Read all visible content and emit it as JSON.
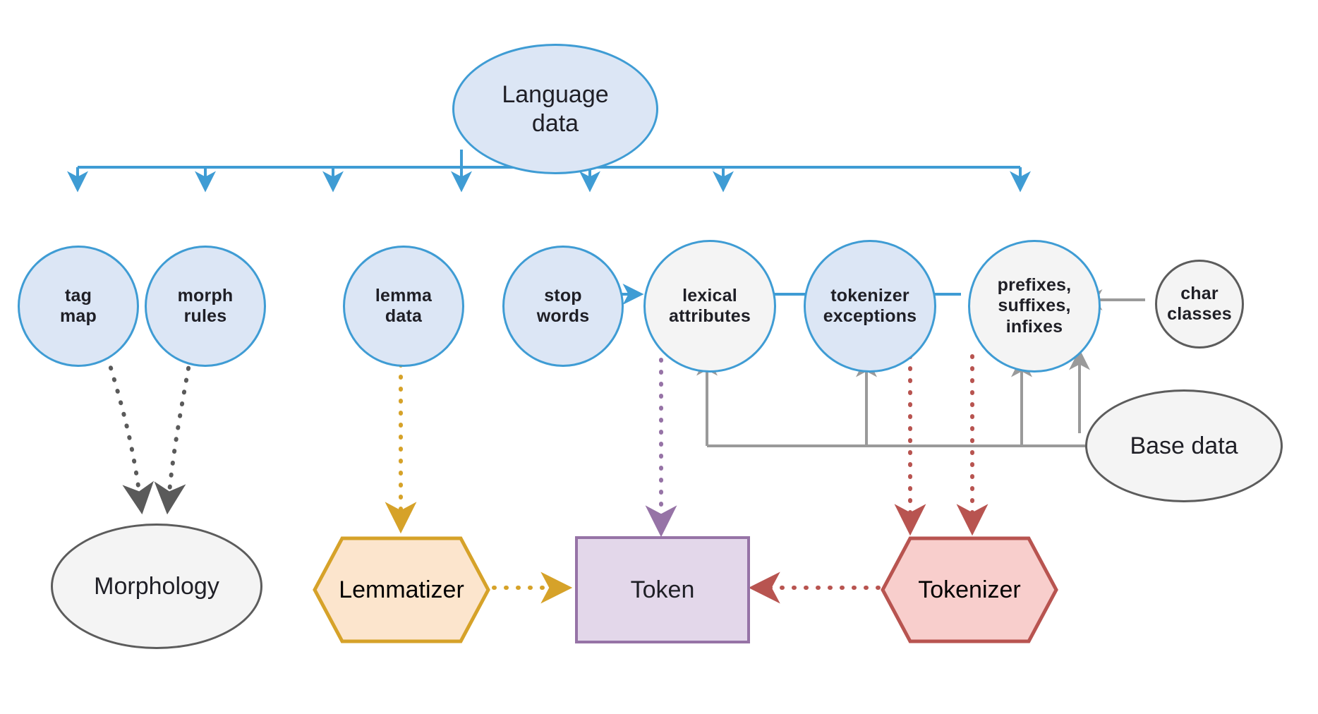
{
  "diagram": {
    "title": "spaCy language data and processing pipeline architecture",
    "type": "flowchart",
    "colors": {
      "blue_stroke": "#3f9cd4",
      "blue_fill": "#dce6f5",
      "gray_stroke": "#5c5c5c",
      "gray_fill": "#f4f4f4",
      "dark_dotted": "#5a5a5a",
      "gold_stroke": "#d6a229",
      "gold_fill": "#fce5cd",
      "purple_stroke": "#9673a6",
      "purple_fill": "#e3d7ea",
      "red_stroke": "#b85450",
      "red_fill": "#f8cecc"
    },
    "nodes": {
      "language_data": {
        "label": "Language\ndata",
        "line1": "Language",
        "line2": "data",
        "shape": "ellipse",
        "style": "blue"
      },
      "tag_map": {
        "line1": "tag",
        "line2": "map",
        "shape": "circle",
        "style": "blue"
      },
      "morph_rules": {
        "line1": "morph",
        "line2": "rules",
        "shape": "circle",
        "style": "blue"
      },
      "lemma_data": {
        "line1": "lemma",
        "line2": "data",
        "shape": "circle",
        "style": "blue"
      },
      "stop_words": {
        "line1": "stop",
        "line2": "words",
        "shape": "circle",
        "style": "blue"
      },
      "lexical_attributes": {
        "line1": "lexical",
        "line2": "attributes",
        "shape": "circle",
        "style": "gray-blue-border"
      },
      "tokenizer_exceptions": {
        "line1": "tokenizer",
        "line2": "exceptions",
        "shape": "circle",
        "style": "blue"
      },
      "affixes": {
        "line1": "prefixes,",
        "line2": "suffixes,",
        "line3": "infixes",
        "shape": "circle",
        "style": "gray-blue-border"
      },
      "char_classes": {
        "line1": "char",
        "line2": "classes",
        "shape": "circle",
        "style": "gray"
      },
      "base_data": {
        "label": "Base data",
        "shape": "ellipse",
        "style": "gray"
      },
      "morphology": {
        "label": "Morphology",
        "shape": "ellipse",
        "style": "gray"
      },
      "lemmatizer": {
        "label": "Lemmatizer",
        "shape": "hexagon",
        "style": "gold"
      },
      "token": {
        "label": "Token",
        "shape": "rectangle",
        "style": "purple"
      },
      "tokenizer": {
        "label": "Tokenizer",
        "shape": "hexagon",
        "style": "red"
      }
    },
    "edges": [
      {
        "from": "language_data",
        "to": "tag_map",
        "style": "solid",
        "color": "blue"
      },
      {
        "from": "language_data",
        "to": "morph_rules",
        "style": "solid",
        "color": "blue"
      },
      {
        "from": "language_data",
        "to": "lemma_data",
        "style": "solid",
        "color": "blue"
      },
      {
        "from": "language_data",
        "to": "stop_words",
        "style": "solid",
        "color": "blue"
      },
      {
        "from": "language_data",
        "to": "lexical_attributes",
        "style": "solid",
        "color": "blue"
      },
      {
        "from": "language_data",
        "to": "tokenizer_exceptions",
        "style": "solid",
        "color": "blue"
      },
      {
        "from": "language_data",
        "to": "affixes",
        "style": "solid",
        "color": "blue"
      },
      {
        "from": "stop_words",
        "to": "lexical_attributes",
        "style": "solid",
        "color": "blue"
      },
      {
        "from": "tokenizer_exceptions",
        "to": "lexical_attributes",
        "style": "solid",
        "color": "blue"
      },
      {
        "from": "affixes",
        "to": "tokenizer_exceptions",
        "style": "solid",
        "color": "blue"
      },
      {
        "from": "char_classes",
        "to": "affixes",
        "style": "solid",
        "color": "gray"
      },
      {
        "from": "base_data",
        "to": "char_classes",
        "style": "solid",
        "color": "gray"
      },
      {
        "from": "base_data",
        "to": "affixes",
        "style": "solid",
        "color": "gray"
      },
      {
        "from": "base_data",
        "to": "tokenizer_exceptions",
        "style": "solid",
        "color": "gray"
      },
      {
        "from": "base_data",
        "to": "lexical_attributes",
        "style": "solid",
        "color": "gray"
      },
      {
        "from": "tag_map",
        "to": "morphology",
        "style": "dotted",
        "color": "dark-gray"
      },
      {
        "from": "morph_rules",
        "to": "morphology",
        "style": "dotted",
        "color": "dark-gray"
      },
      {
        "from": "lemma_data",
        "to": "lemmatizer",
        "style": "dotted",
        "color": "gold"
      },
      {
        "from": "lexical_attributes",
        "to": "token",
        "style": "dotted",
        "color": "purple"
      },
      {
        "from": "lemmatizer",
        "to": "token",
        "style": "dotted",
        "color": "gold"
      },
      {
        "from": "tokenizer_exceptions",
        "to": "tokenizer",
        "style": "dotted",
        "color": "red"
      },
      {
        "from": "affixes",
        "to": "tokenizer",
        "style": "dotted",
        "color": "red"
      },
      {
        "from": "tokenizer",
        "to": "token",
        "style": "dotted",
        "color": "red"
      }
    ]
  }
}
